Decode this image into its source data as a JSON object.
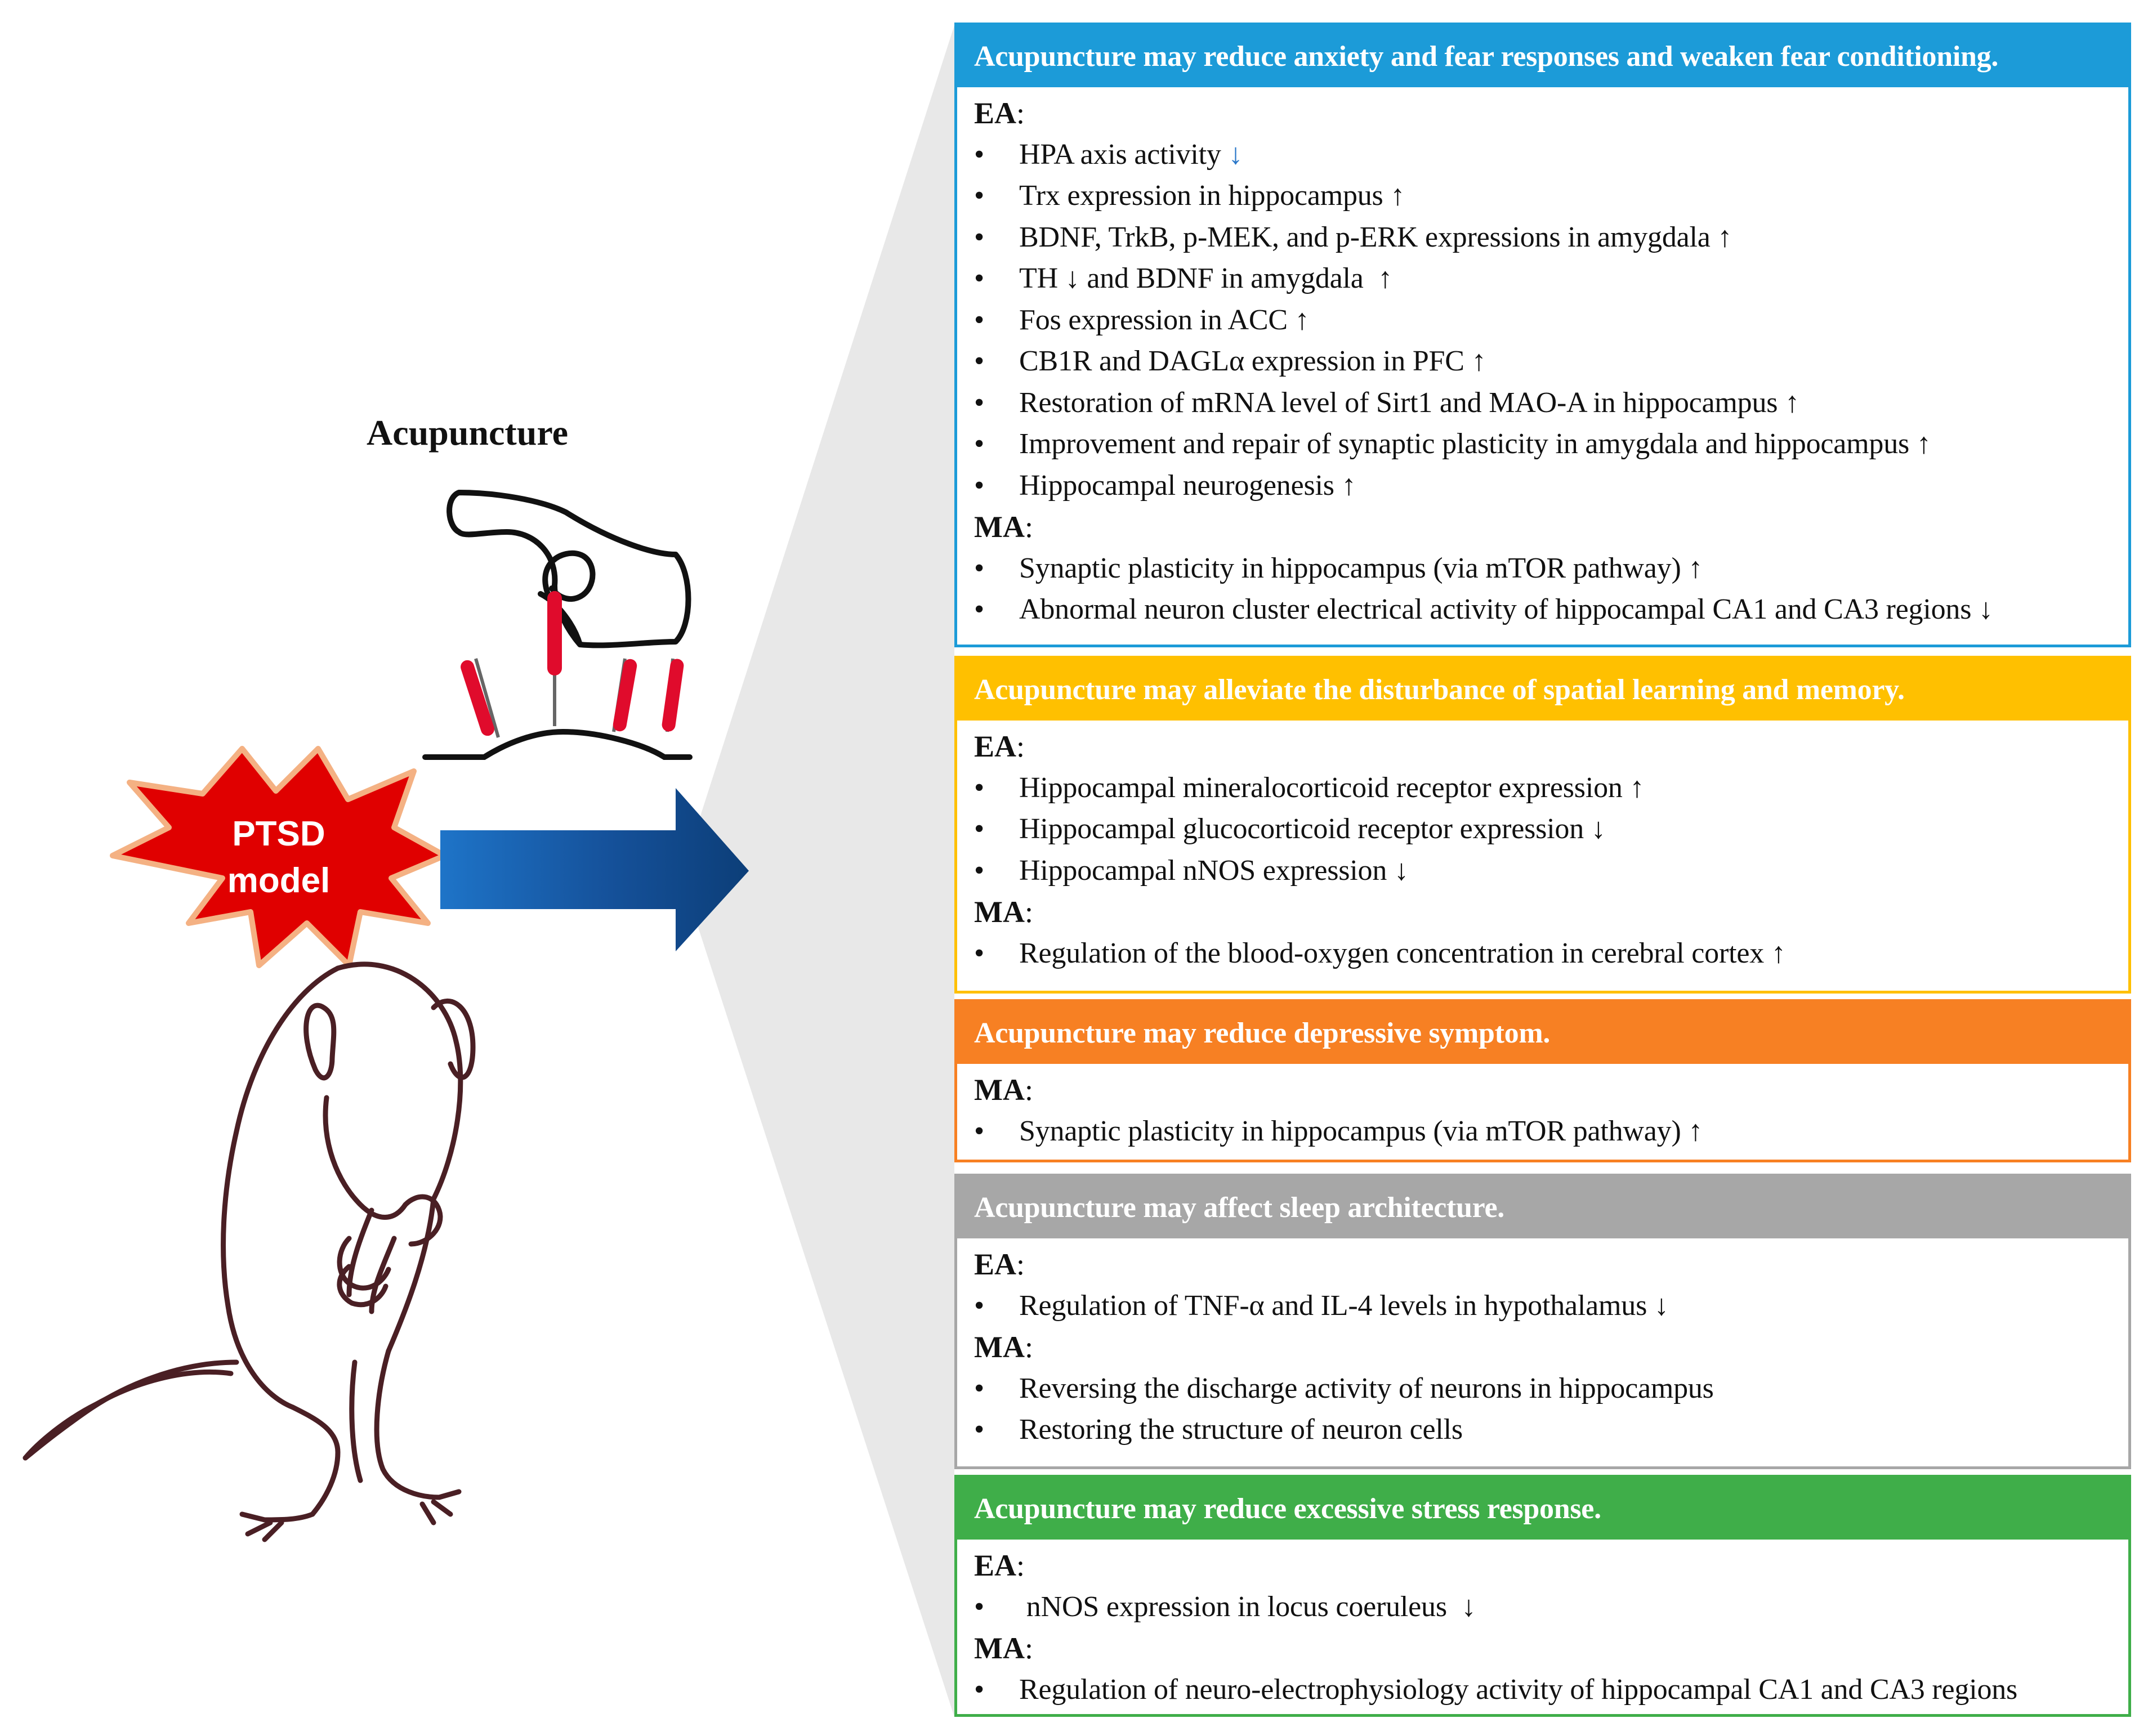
{
  "left": {
    "acupuncture_label": "Acupuncture",
    "ptsd_label_line1": "PTSD",
    "ptsd_label_line2": "model"
  },
  "colors": {
    "blue": "#1c9bd8",
    "yellow": "#ffc000",
    "orange": "#f78023",
    "gray": "#a7a7a7",
    "green": "#3fae49",
    "burst": "#e00000",
    "needle": "#e00b2c",
    "funnel": "#e8e8e8"
  },
  "panels": [
    {
      "header": "Acupuncture may reduce anxiety and fear responses and weaken fear conditioning.",
      "groups": [
        {
          "label": "EA",
          "items": [
            {
              "text": "HPA axis activity ",
              "arrow": "↓"
            },
            {
              "text": "Trx expression in hippocampus ",
              "arrow": "↑"
            },
            {
              "text": "BDNF, TrkB, p-MEK, and p-ERK expressions in amygdala ",
              "arrow": "↑"
            },
            {
              "text": "TH ↓ and BDNF in amygdala  ",
              "arrow": "↑"
            },
            {
              "text": "Fos expression in ACC ",
              "arrow": "↑"
            },
            {
              "text": "CB1R and DAGLα expression in PFC ",
              "arrow": "↑"
            },
            {
              "text": "Restoration of mRNA level of Sirt1 and MAO-A in hippocampus ",
              "arrow": "↑"
            },
            {
              "text": "Improvement and repair of synaptic plasticity in amygdala and hippocampus ",
              "arrow": "↑"
            },
            {
              "text": "Hippocampal neurogenesis ",
              "arrow": "↑"
            }
          ]
        },
        {
          "label": "MA",
          "items": [
            {
              "text": "Synaptic plasticity in hippocampus (via mTOR pathway) ",
              "arrow": "↑"
            },
            {
              "text": "Abnormal neuron cluster electrical activity of hippocampal CA1 and CA3 regions ",
              "arrow": "↓"
            }
          ]
        }
      ]
    },
    {
      "header": "Acupuncture may alleviate the disturbance of spatial learning and memory.",
      "groups": [
        {
          "label": "EA",
          "items": [
            {
              "text": "Hippocampal mineralocorticoid receptor expression ",
              "arrow": "↑"
            },
            {
              "text": "Hippocampal glucocorticoid receptor expression ",
              "arrow": "↓"
            },
            {
              "text": "Hippocampal nNOS expression ",
              "arrow": "↓"
            }
          ]
        },
        {
          "label": "MA",
          "items": [
            {
              "text": "Regulation of the blood-oxygen concentration in cerebral cortex ",
              "arrow": "↑"
            }
          ]
        }
      ]
    },
    {
      "header": "Acupuncture may reduce depressive symptom.",
      "groups": [
        {
          "label": "MA",
          "items": [
            {
              "text": "Synaptic plasticity in hippocampus (via mTOR pathway) ",
              "arrow": "↑"
            }
          ]
        }
      ]
    },
    {
      "header": "Acupuncture may affect sleep architecture.",
      "groups": [
        {
          "label": "EA",
          "items": [
            {
              "text": "Regulation of TNF-α and IL-4 levels in hypothalamus ",
              "arrow": "↓"
            }
          ]
        },
        {
          "label": "MA",
          "items": [
            {
              "text": "Reversing the discharge activity of neurons in hippocampus",
              "arrow": ""
            },
            {
              "text": "Restoring the structure of neuron cells",
              "arrow": ""
            }
          ]
        }
      ]
    },
    {
      "header": "Acupuncture may reduce excessive stress response.",
      "groups": [
        {
          "label": "EA",
          "items": [
            {
              "text": " nNOS expression in locus coeruleus  ",
              "arrow": "↓"
            }
          ]
        },
        {
          "label": "MA",
          "items": [
            {
              "text": "Regulation of neuro-electrophysiology activity of hippocampal CA1 and CA3 regions",
              "arrow": ""
            }
          ]
        }
      ]
    }
  ]
}
